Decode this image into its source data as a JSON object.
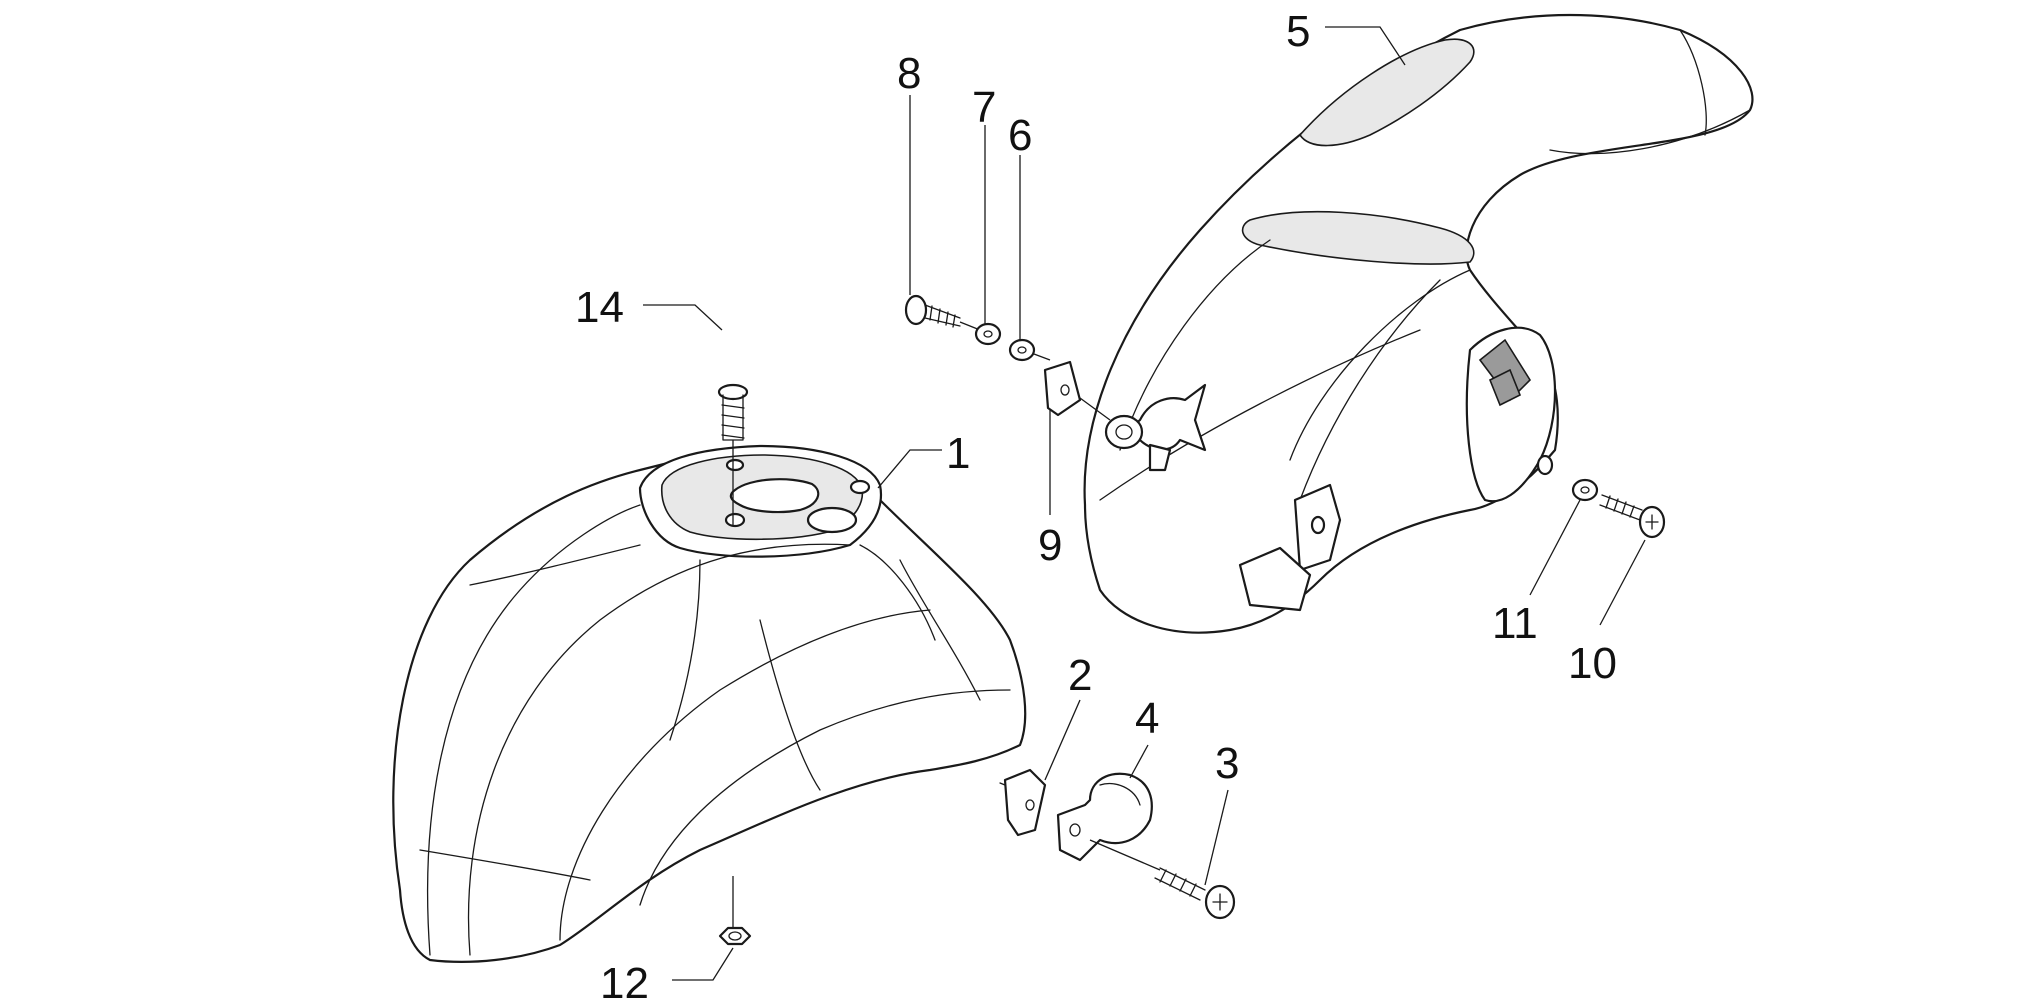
{
  "callouts": {
    "c1": "1",
    "c2": "2",
    "c3": "3",
    "c4": "4",
    "c5": "5",
    "c6": "6",
    "c7": "7",
    "c8": "8",
    "c9": "9",
    "c10": "10",
    "c11": "11",
    "c12": "12",
    "c14": "14"
  },
  "colors": {
    "line": "#1a1a1a",
    "background": "#ffffff"
  }
}
